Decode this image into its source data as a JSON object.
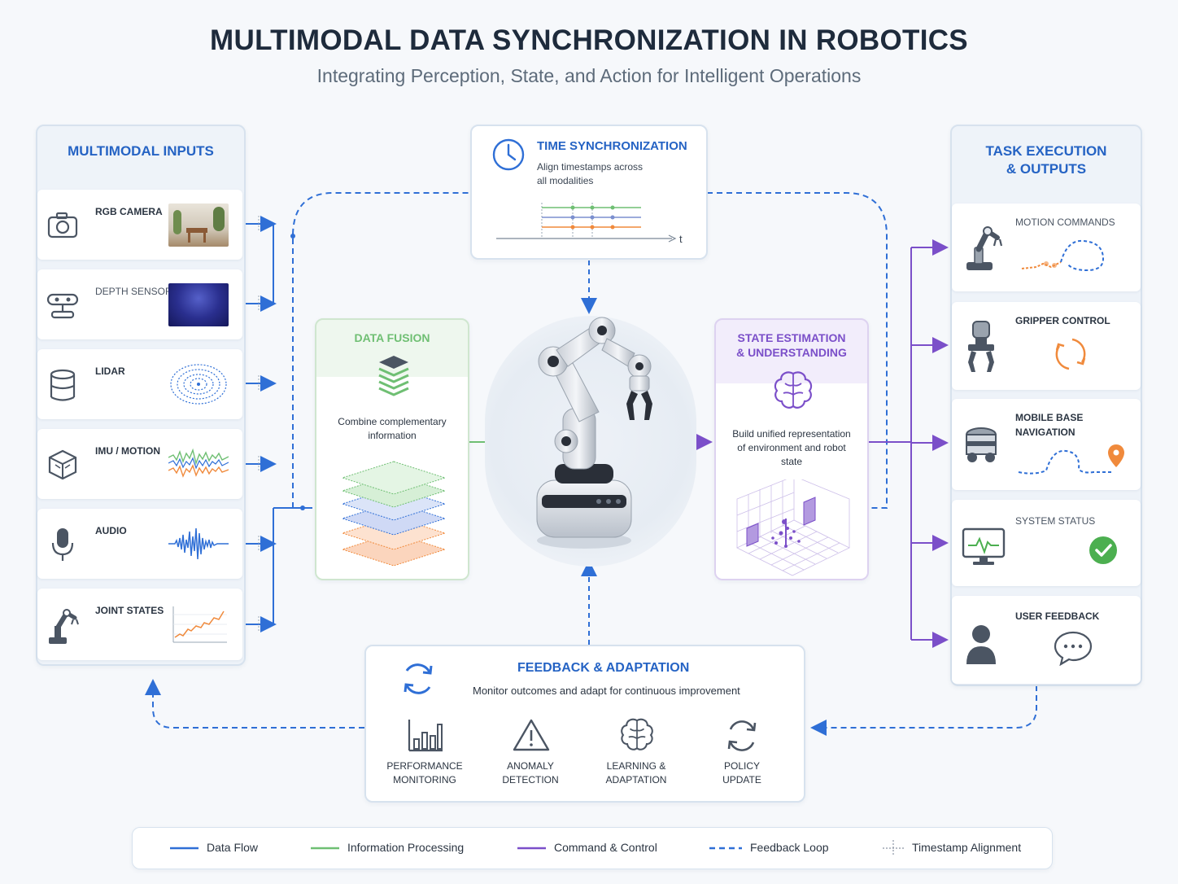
{
  "header": {
    "title": "MULTIMODAL DATA SYNCHRONIZATION IN ROBOTICS",
    "subtitle": "Integrating Perception, State, and Action for Intelligent Operations"
  },
  "inputs": {
    "title": "MULTIMODAL INPUTS",
    "items": [
      {
        "label": "RGB CAMERA",
        "icon": "camera-icon"
      },
      {
        "label": "DEPTH SENSOR",
        "icon": "depth-sensor-icon"
      },
      {
        "label": "LIDAR",
        "icon": "lidar-icon"
      },
      {
        "label": "IMU / MOTION",
        "icon": "imu-cube-icon"
      },
      {
        "label": "AUDIO",
        "icon": "microphone-icon"
      },
      {
        "label": "JOINT STATES",
        "icon": "robot-arm-icon"
      }
    ]
  },
  "time_sync": {
    "title": "TIME SYNCHRONIZATION",
    "line1": "Align timestamps across",
    "line2": "all modalities",
    "axis_label": "t"
  },
  "fusion": {
    "title": "DATA FUSION",
    "line1": "Combine complementary",
    "line2": "information"
  },
  "state": {
    "title_line1": "STATE ESTIMATION",
    "title_line2": "& UNDERSTANDING",
    "line1": "Build unified representation",
    "line2": "of environment and robot",
    "line3": "state"
  },
  "outputs": {
    "title_line1": "TASK EXECUTION",
    "title_line2": "& OUTPUTS",
    "items": [
      {
        "line1": "MOTION COMMANDS",
        "line2": "",
        "icon": "robot-arm-icon"
      },
      {
        "line1": "GRIPPER CONTROL",
        "line2": "",
        "icon": "gripper-icon"
      },
      {
        "line1": "MOBILE BASE",
        "line2": "NAVIGATION",
        "icon": "mobile-base-icon"
      },
      {
        "line1": "SYSTEM STATUS",
        "line2": "",
        "icon": "monitor-icon"
      },
      {
        "line1": "USER FEEDBACK",
        "line2": "",
        "icon": "user-icon"
      }
    ]
  },
  "feedback": {
    "title": "FEEDBACK & ADAPTATION",
    "description": "Monitor outcomes and adapt for continuous improvement",
    "items": [
      {
        "line1": "PERFORMANCE",
        "line2": "MONITORING",
        "icon": "bar-chart-icon"
      },
      {
        "line1": "ANOMALY",
        "line2": "DETECTION",
        "icon": "warning-icon"
      },
      {
        "line1": "LEARNING &",
        "line2": "ADAPTATION",
        "icon": "brain-icon"
      },
      {
        "line1": "POLICY",
        "line2": "UPDATE",
        "icon": "refresh-icon"
      }
    ]
  },
  "legend": [
    {
      "label": "Data Flow",
      "color": "#2f6fd6"
    },
    {
      "label": "Information Processing",
      "color": "#6fbf73"
    },
    {
      "label": "Command & Control",
      "color": "#7b4fc9"
    },
    {
      "label": "Feedback Loop",
      "color": "#2f6fd6"
    },
    {
      "label": "Timestamp Alignment",
      "color": "#8a94a3"
    }
  ],
  "colors": {
    "blue": "#2f6fd6",
    "green": "#6fbf73",
    "purple": "#7b4fc9",
    "orange": "#f08a3c",
    "check_green": "#4caf50"
  }
}
